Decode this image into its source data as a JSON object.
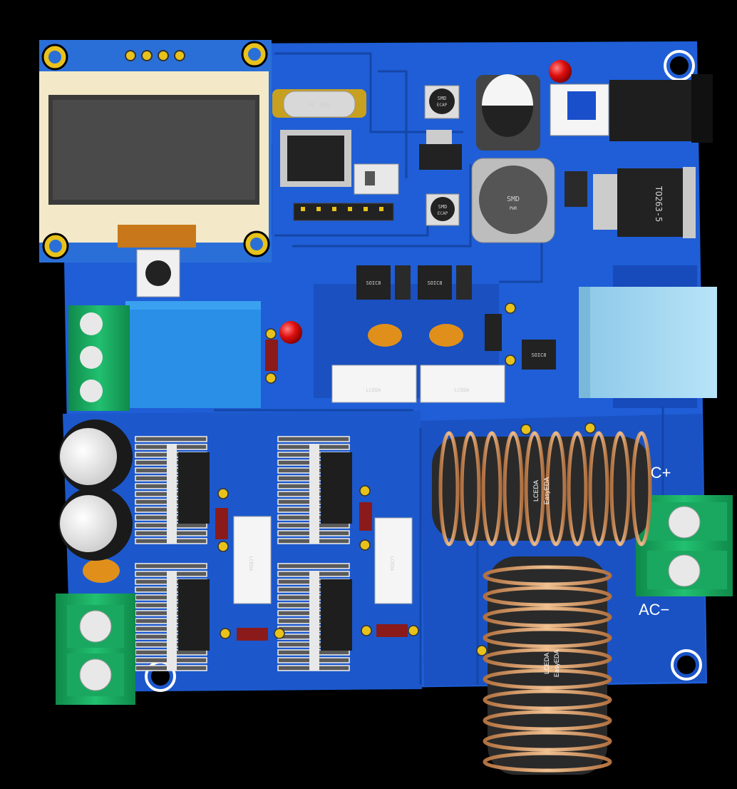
{
  "board": {
    "colors": {
      "background": "#000000",
      "pcb": "#1f5ed6",
      "pcb_dark": "#1547b0",
      "copper_pour": "#1a52c4",
      "trace": "#123f9a",
      "pad_gold": "#e8c21a",
      "terminal_green": "#1aa860",
      "relay_blue": "#2a8fe6",
      "transformer_blue": "#a9dcf5",
      "inductor_black": "#2a2a2a",
      "coil_copper": "#d49a5e",
      "led_red": "#e01010",
      "ceramic_orange": "#e0901a",
      "oled_frame": "#f3e9c8",
      "oled_screen": "#4a4a4a"
    }
  },
  "labels": {
    "ac_plus": "AC+",
    "ac_minus": "AC−",
    "crystal": "HC-49S",
    "smd_cap": "SMD",
    "smd_cap_sub": "ECAP",
    "smd_inductor": "SMD",
    "smd_inductor_sub": "PWR",
    "to263": "TO263-5",
    "soic": "SOIC8",
    "connector_left": "LCEDA",
    "connector_right": "LCEDA",
    "connector_vert_1": "LCEDA",
    "connector_vert_2": "LCEDA",
    "toroid_1_line1": "LCEDA",
    "toroid_1_line2": "EasyEDA",
    "toroid_2_line1": "LCEDA",
    "toroid_2_line2": "EasyEDA"
  }
}
